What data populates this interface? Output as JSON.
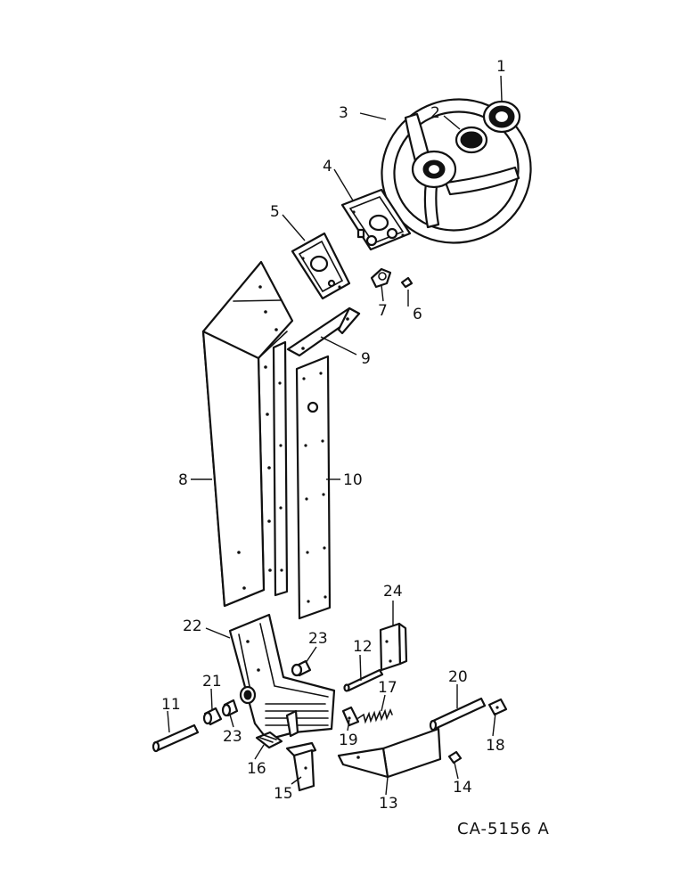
{
  "callouts": {
    "c1": "1",
    "c2": "2",
    "c3": "3",
    "c4": "4",
    "c5": "5",
    "c6": "6",
    "c7": "7",
    "c8": "8",
    "c9": "9",
    "c10": "10",
    "c11": "11",
    "c12": "12",
    "c13": "13",
    "c14": "14",
    "c15": "15",
    "c16": "16",
    "c17": "17",
    "c18": "18",
    "c19": "19",
    "c20": "20",
    "c21": "21",
    "c22": "22",
    "c23a": "23",
    "c23b": "23",
    "c24": "24"
  },
  "drawing_code": "CA-5156 A"
}
